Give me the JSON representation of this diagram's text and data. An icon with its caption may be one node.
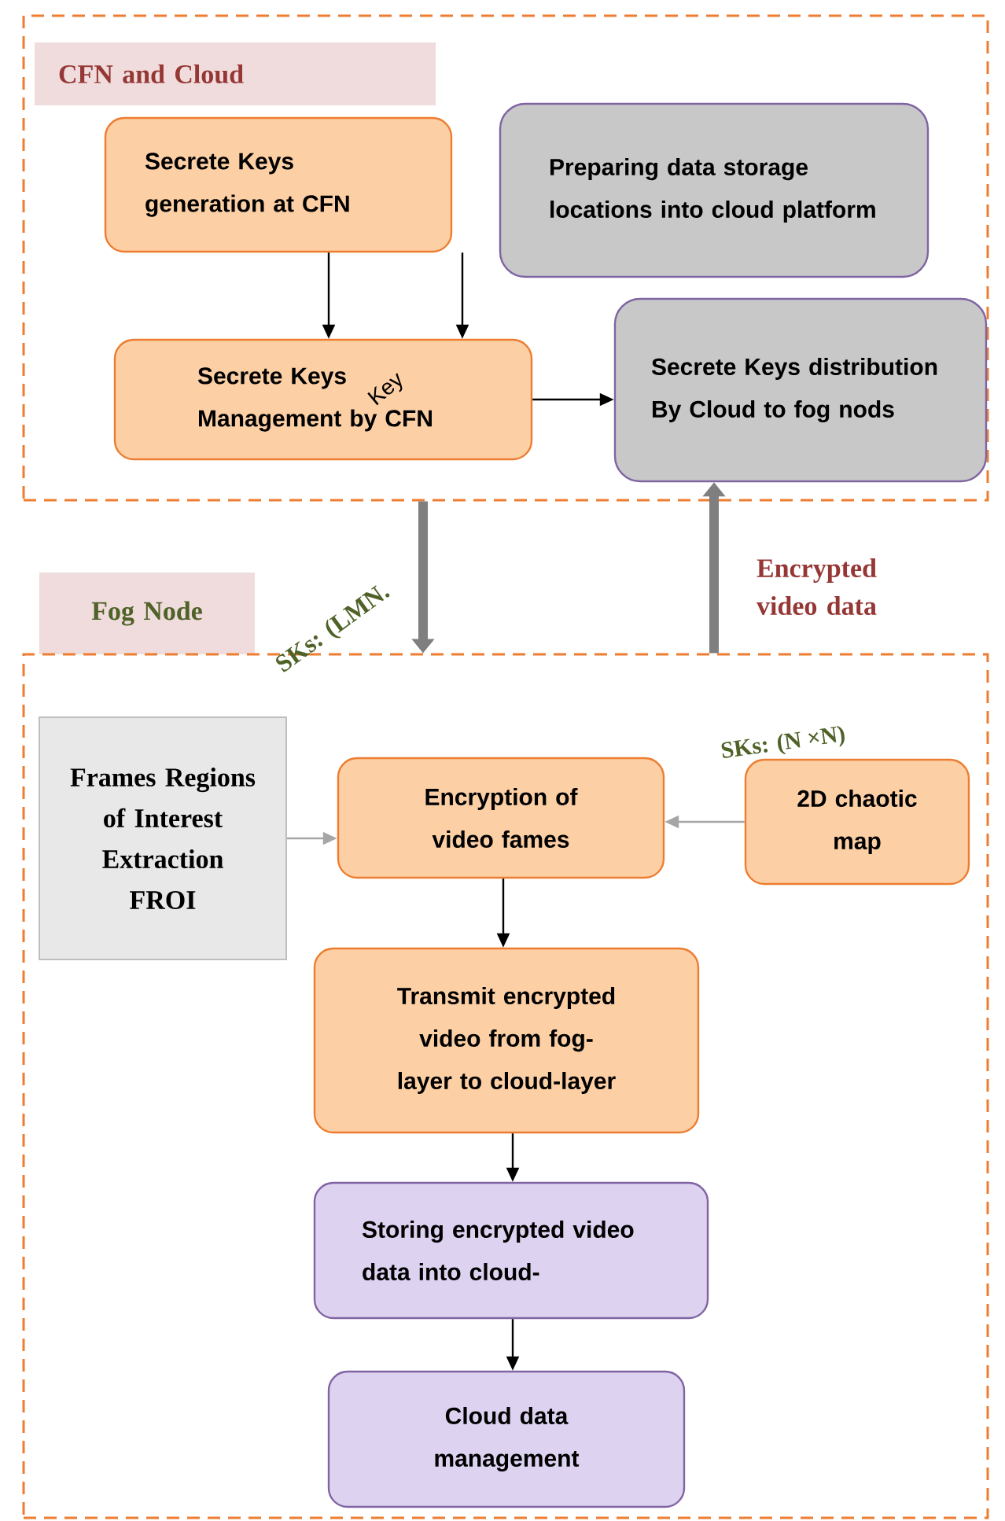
{
  "diagram": {
    "nodes": [
      {
        "text": [],
        "shape": "box"
      },
      {
        "text": [
          "CFN and Cloud"
        ],
        "in": 0
      },
      {
        "text": [
          "Secrete Keys generation at CFN"
        ],
        "in": 0
      },
      {
        "text": [
          "Preparing data storage locations into cloud platform"
        ],
        "in": 0
      },
      {
        "text": [
          "Secrete Keys Management by CFN"
        ],
        "in": 0
      },
      {
        "text": [
          "Secrete Keys distribution By Cloud to fog nods"
        ],
        "in": 0
      },
      {
        "text": [
          "Fog Node"
        ]
      },
      {
        "text": [],
        "shape": "box"
      },
      {
        "text": [
          "Frames Regions of Interest Extraction FROI"
        ],
        "in": 7
      },
      {
        "text": [
          "Encryption of video fames"
        ],
        "in": 7
      },
      {
        "text": [
          "2D chaotic map"
        ],
        "in": 7
      },
      {
        "text": [
          "Transmit encrypted video from fog-layer to cloud-layer"
        ],
        "in": 7
      },
      {
        "text": [
          "Storing encrypted video data into cloud-"
        ],
        "in": 7
      },
      {
        "text": [
          "Cloud data management"
        ],
        "in": 7
      }
    ],
    "edges": [
      {
        "from": 2,
        "to": 4,
        "arrow": "to"
      },
      {
        "from": 2,
        "to": 4,
        "arrow": "to"
      },
      {
        "from": 4,
        "to": 5,
        "arrow": "to"
      },
      {
        "from": 0,
        "to": 7,
        "arrow": "to",
        "label": "SKs: (LMN.",
        "style": "thick",
        "color": "#7f7f7f"
      },
      {
        "from": 7,
        "to": 5,
        "arrow": "to",
        "label": "Encrypted video data",
        "style": "thick",
        "color": "#7f7f7f"
      },
      {
        "from": 8,
        "to": 9,
        "arrow": "to",
        "color": "#a6a6a6"
      },
      {
        "from": 10,
        "to": 9,
        "arrow": "to",
        "label": "SKs: (N ×N)",
        "color": "#a6a6a6"
      },
      {
        "from": 9,
        "to": 11,
        "arrow": "to"
      },
      {
        "from": 11,
        "to": 12,
        "arrow": "to"
      },
      {
        "from": 12,
        "to": 13,
        "arrow": "to"
      }
    ],
    "labels": [
      "Key"
    ]
  }
}
